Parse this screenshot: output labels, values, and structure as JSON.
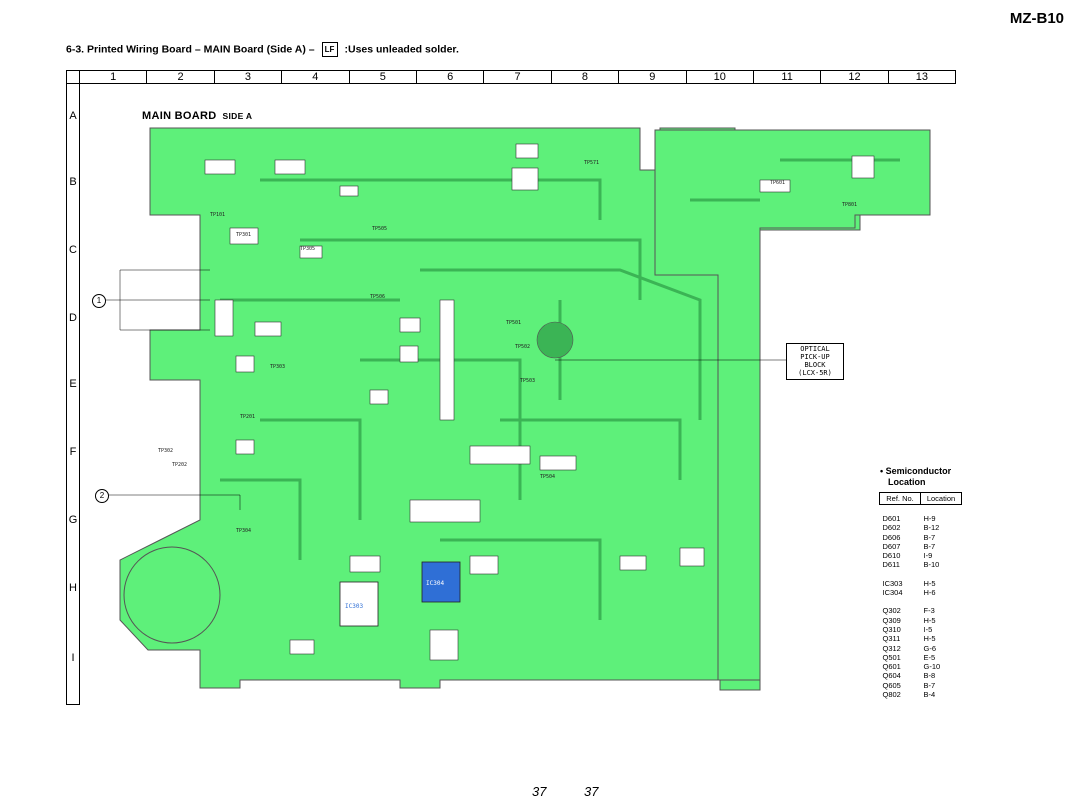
{
  "header": {
    "model": "MZ-B10",
    "section": "6-3.   Printed Wiring Board   – MAIN Board (Side A) –",
    "lf_mark": "LF",
    "lf_note": ":Uses unleaded solder."
  },
  "grid": {
    "columns": [
      "1",
      "2",
      "3",
      "4",
      "5",
      "6",
      "7",
      "8",
      "9",
      "10",
      "11",
      "12",
      "13"
    ],
    "rows": [
      "A",
      "B",
      "C",
      "D",
      "E",
      "F",
      "G",
      "H",
      "I"
    ]
  },
  "board": {
    "title": "MAIN BOARD",
    "subtitle": "SIDE A",
    "callouts": [
      "1",
      "2"
    ],
    "pickup_block": [
      "OPTICAL",
      "PICK-UP",
      "BLOCK",
      "(LCX-5R)"
    ],
    "ic_labels": [
      "IC303",
      "IC304"
    ],
    "test_points": [
      "TP101",
      "TP201",
      "TP202",
      "TP301",
      "TP302",
      "TP303",
      "TP304",
      "TP305",
      "TP501",
      "TP502",
      "TP503",
      "TP504",
      "TP505",
      "TP506",
      "TP571",
      "TP601",
      "TP801"
    ],
    "colors": {
      "board_green": "#5ef07a",
      "trace_dark": "#3bb455",
      "outline": "#555555",
      "ic_blue": "#2f6fd6"
    }
  },
  "semiconductor": {
    "title_line1": "Semiconductor",
    "title_line2": "Location",
    "headers": [
      "Ref. No.",
      "Location"
    ],
    "groups": [
      [
        [
          "D601",
          "H-9"
        ],
        [
          "D602",
          "B-12"
        ],
        [
          "D606",
          "B-7"
        ],
        [
          "D607",
          "B-7"
        ],
        [
          "D610",
          "I-9"
        ],
        [
          "D611",
          "B-10"
        ]
      ],
      [
        [
          "IC303",
          "H-5"
        ],
        [
          "IC304",
          "H-6"
        ]
      ],
      [
        [
          "Q302",
          "F-3"
        ],
        [
          "Q309",
          "H-5"
        ],
        [
          "Q310",
          "I-5"
        ],
        [
          "Q311",
          "H-5"
        ],
        [
          "Q312",
          "G-6"
        ],
        [
          "Q501",
          "E-5"
        ],
        [
          "Q601",
          "G-10"
        ],
        [
          "Q604",
          "B-8"
        ],
        [
          "Q605",
          "B-7"
        ],
        [
          "Q802",
          "B-4"
        ]
      ]
    ]
  },
  "footer": {
    "page_left": "37",
    "page_right": "37"
  }
}
